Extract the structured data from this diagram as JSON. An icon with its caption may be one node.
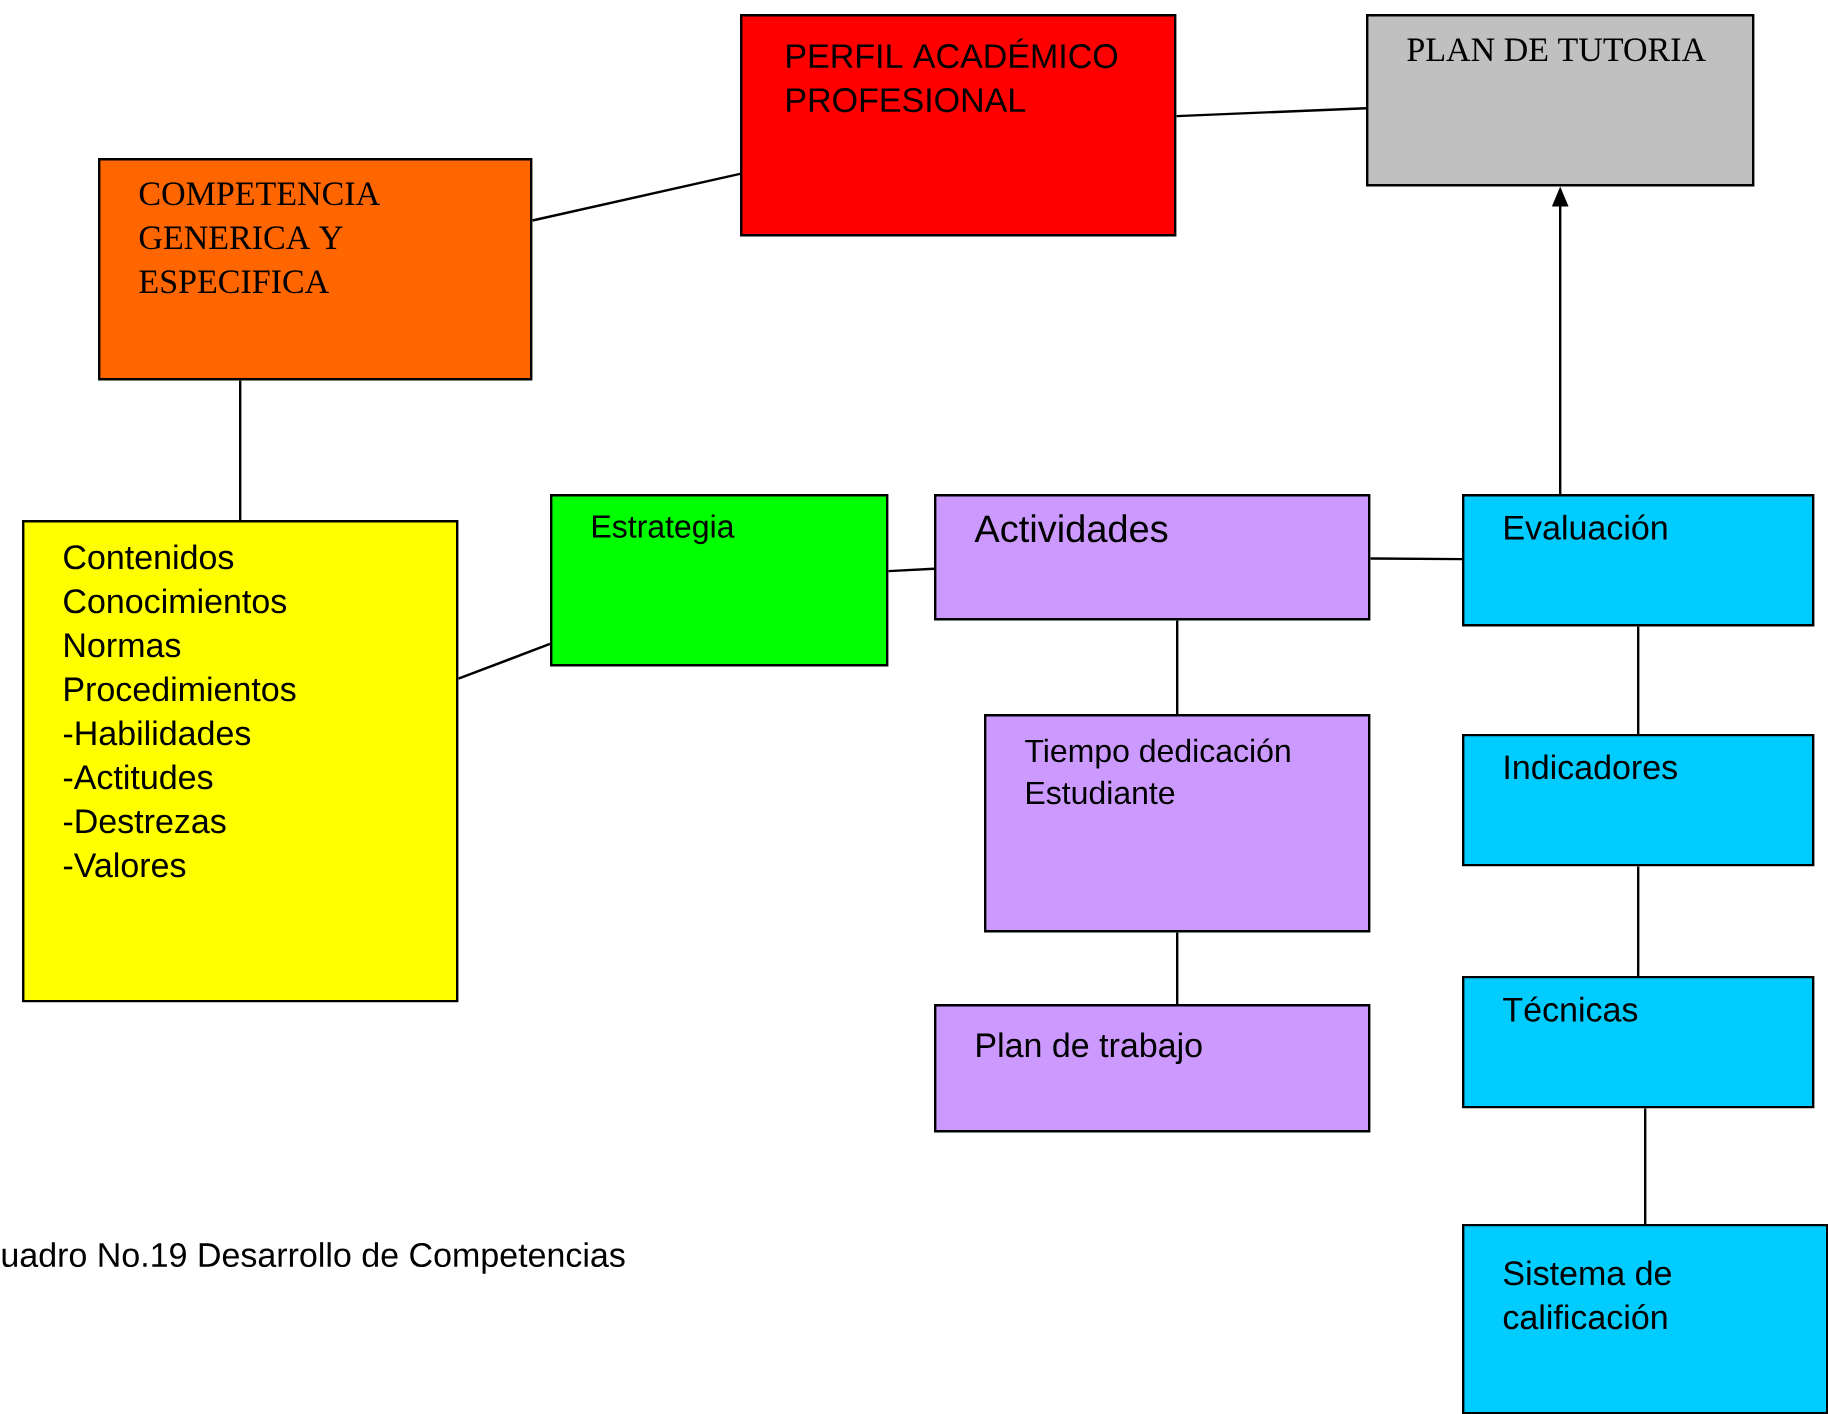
{
  "diagram": {
    "caption": "uadro No.19 Desarrollo de Competencias",
    "nodes": [
      {
        "text": [
          "PERFIL ACADÉMICO PROFESIONAL"
        ]
      },
      {
        "text": [
          "PLAN DE TUTORIA"
        ]
      },
      {
        "text": [
          "COMPETENCIA GENERICA Y ESPECIFICA"
        ]
      },
      {
        "text": [
          "Contenidos",
          "Conocimientos",
          "Normas",
          "Procedimientos",
          "-Habilidades",
          "-Actitudes",
          "-Destrezas",
          "-Valores"
        ]
      },
      {
        "text": [
          "Estrategia"
        ]
      },
      {
        "text": [
          "Actividades"
        ]
      },
      {
        "text": [
          "Evaluación"
        ]
      },
      {
        "text": [
          "Tiempo dedicación Estudiante"
        ]
      },
      {
        "text": [
          "Indicadores"
        ]
      },
      {
        "text": [
          "Plan de trabajo"
        ]
      },
      {
        "text": [
          "Técnicas"
        ]
      },
      {
        "text": [
          "Sistema de calificación"
        ]
      }
    ],
    "edges": [
      {
        "from": 2,
        "to": 0,
        "arrow": "none"
      },
      {
        "from": 0,
        "to": 1,
        "arrow": "none"
      },
      {
        "from": 6,
        "to": 1,
        "arrow": "to"
      },
      {
        "from": 2,
        "to": 3,
        "arrow": "none"
      },
      {
        "from": 3,
        "to": 4,
        "arrow": "none"
      },
      {
        "from": 4,
        "to": 5,
        "arrow": "none"
      },
      {
        "from": 5,
        "to": 6,
        "arrow": "none"
      },
      {
        "from": 5,
        "to": 7,
        "arrow": "none"
      },
      {
        "from": 7,
        "to": 9,
        "arrow": "none"
      },
      {
        "from": 6,
        "to": 8,
        "arrow": "none"
      },
      {
        "from": 8,
        "to": 10,
        "arrow": "none"
      },
      {
        "from": 10,
        "to": 11,
        "arrow": "none"
      }
    ]
  }
}
